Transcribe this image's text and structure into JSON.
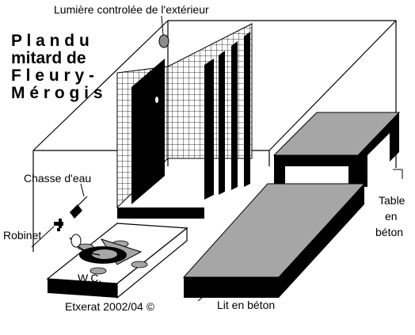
{
  "title_lines": [
    "P l a n   d u",
    "mitard de",
    "F l e u r y -",
    "M é r o g i s"
  ],
  "labels": {
    "light": "Lumière controlée de l'extérieur",
    "flush": "Chasse d'eau",
    "tap": "Robinet",
    "wc": "W.C.",
    "table_1": "Table",
    "table_2": "en",
    "table_3": "béton",
    "bed": "Lit en béton",
    "credit": "Etxerat 2002/04 ©"
  },
  "colors": {
    "line": "#000000",
    "surface": "#a6a6a6",
    "light_bulb": "#8c8c8c",
    "background": "#ffffff"
  }
}
